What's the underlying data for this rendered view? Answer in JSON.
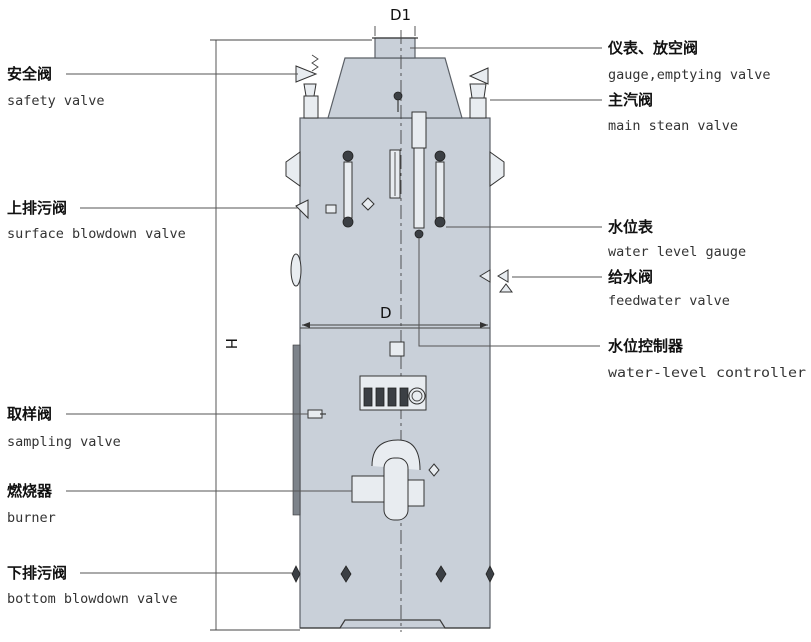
{
  "dimensions": {
    "d1": "D1",
    "h": "H",
    "d": "D"
  },
  "left_labels": [
    {
      "cn": "安全阀",
      "en": "safety valve"
    },
    {
      "cn": "上排污阀",
      "en": "surface blowdown valve"
    },
    {
      "cn": "取样阀",
      "en": "sampling valve"
    },
    {
      "cn": "燃烧器",
      "en": "burner"
    },
    {
      "cn": "下排污阀",
      "en": "bottom blowdown valve"
    }
  ],
  "right_labels": [
    {
      "cn": "仪表、放空阀",
      "en": "gauge,emptying valve"
    },
    {
      "cn": "主汽阀",
      "en": "main stean valve"
    },
    {
      "cn": "水位表",
      "en": "water level gauge"
    },
    {
      "cn": "给水阀",
      "en": "feedwater valve"
    },
    {
      "cn": "水位控制器",
      "en": "water-level controller"
    }
  ]
}
